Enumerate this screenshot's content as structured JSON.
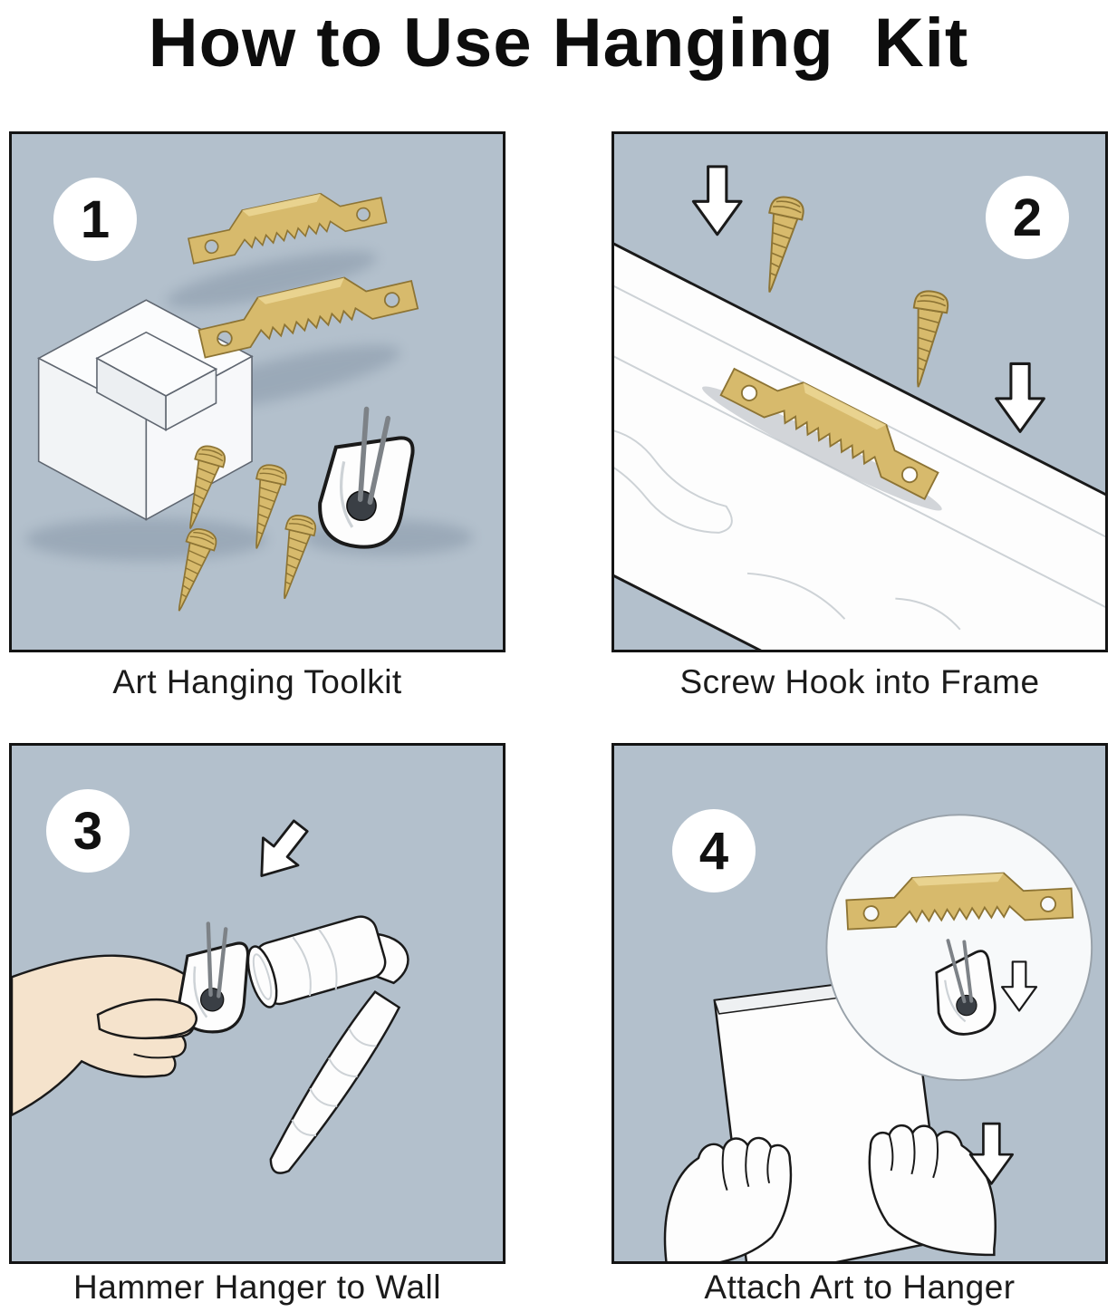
{
  "page": {
    "title": "How to Use Hanging  Kit"
  },
  "steps": [
    {
      "number": "1",
      "caption": "Art Hanging Toolkit"
    },
    {
      "number": "2",
      "caption": "Screw Hook into Frame"
    },
    {
      "number": "3",
      "caption": "Hammer Hanger to Wall"
    },
    {
      "number": "4",
      "caption": "Attach Art to Hanger"
    }
  ],
  "colors": {
    "panel_background": "#b3c0cc",
    "brass": "#d7ba6c",
    "brass_outline": "#8d7434",
    "outline": "#1a1a1a",
    "skin": "#f5e3cc"
  }
}
